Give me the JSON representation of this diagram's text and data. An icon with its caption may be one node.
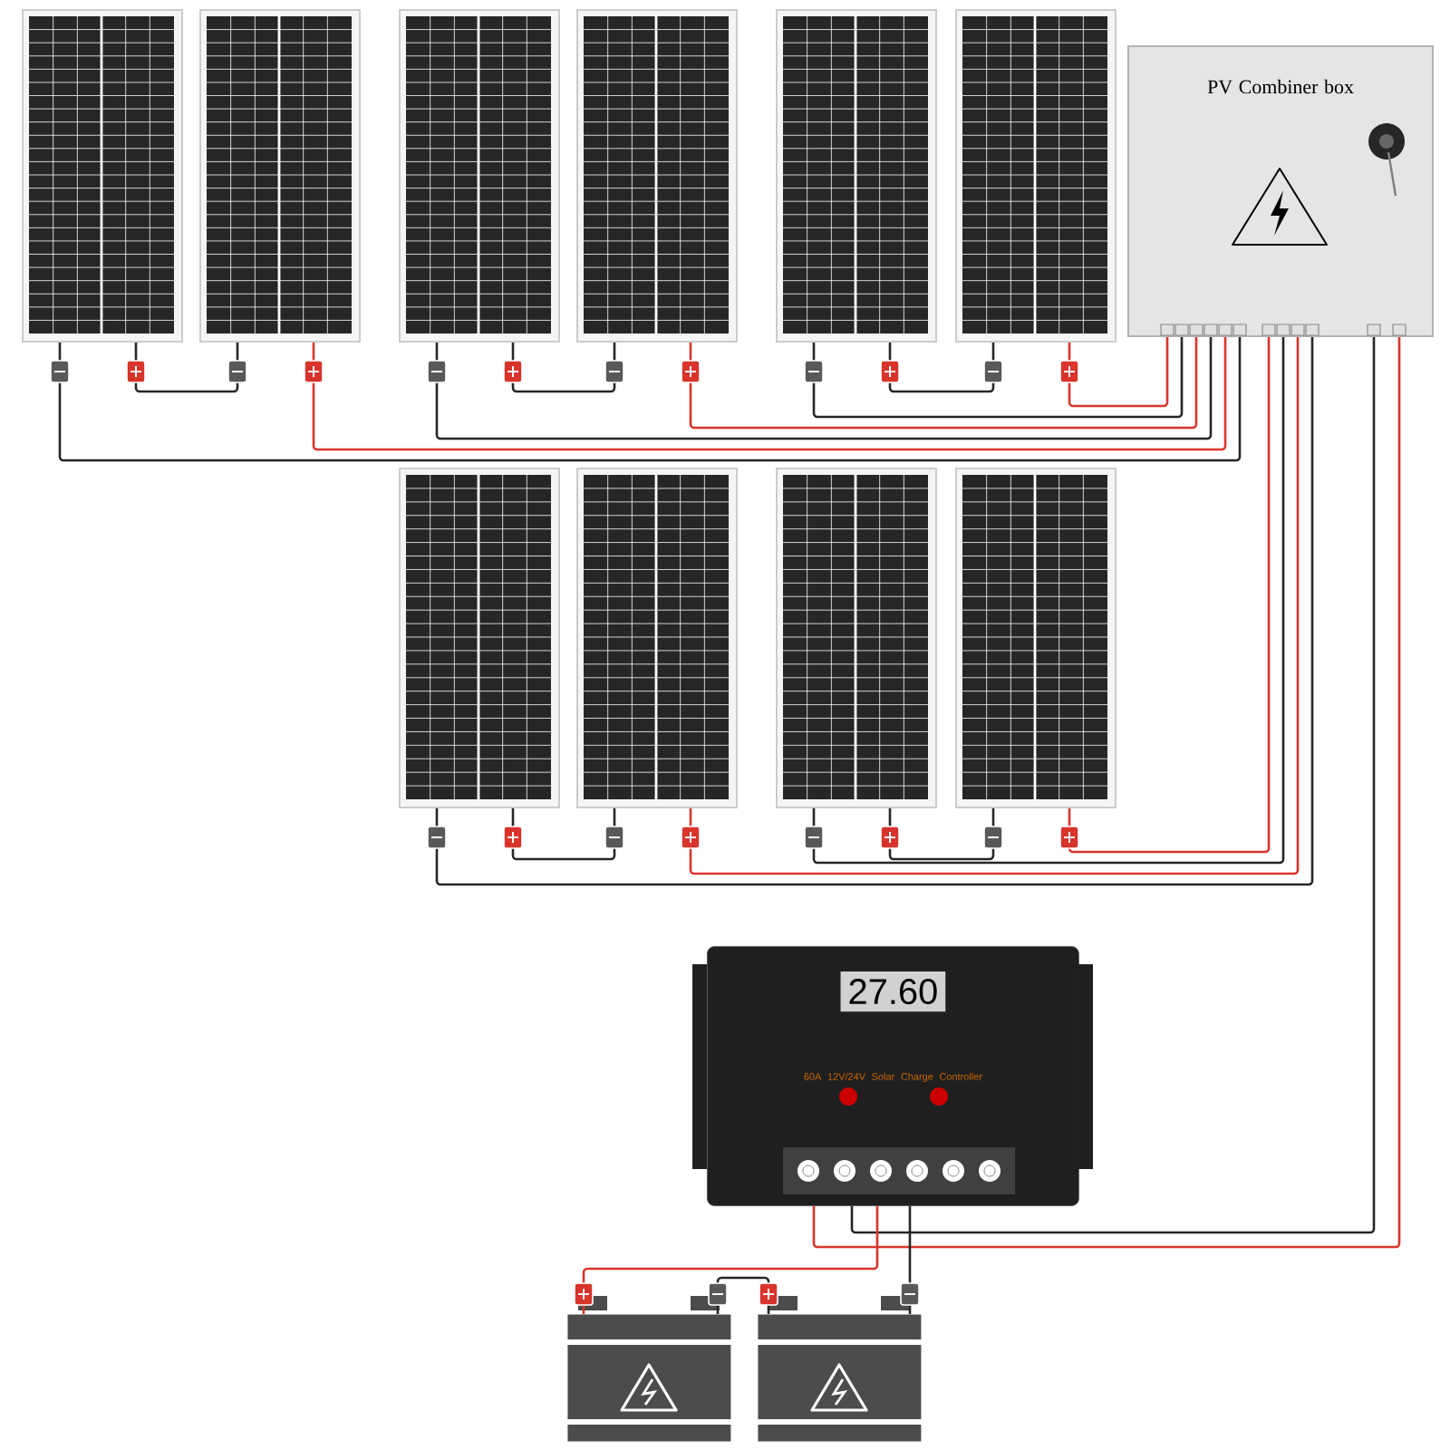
{
  "diagram": {
    "nodes": [
      {
        "text": [],
        "shape": "panel"
      },
      {
        "text": [],
        "shape": "panel"
      },
      {
        "text": [],
        "shape": "panel"
      },
      {
        "text": [],
        "shape": "panel"
      },
      {
        "text": [],
        "shape": "panel"
      },
      {
        "text": [],
        "shape": "panel"
      },
      {
        "text": [],
        "shape": "panel"
      },
      {
        "text": [],
        "shape": "panel"
      },
      {
        "text": [],
        "shape": "panel"
      },
      {
        "text": [],
        "shape": "panel"
      },
      {
        "text": [
          "PV Combiner box"
        ]
      },
      {
        "text": [
          "27.60",
          "60A 12V/24V Solar Charge Controller"
        ]
      },
      {
        "text": [],
        "shape": "battery"
      },
      {
        "text": [],
        "shape": "battery"
      }
    ],
    "edges": [
      {
        "from": 0,
        "to": 1,
        "arrow": "none"
      },
      {
        "from": 0,
        "to": 10,
        "arrow": "none"
      },
      {
        "from": 1,
        "to": 10,
        "arrow": "none",
        "color": "#d9342b"
      },
      {
        "from": 2,
        "to": 3,
        "arrow": "none"
      },
      {
        "from": 2,
        "to": 10,
        "arrow": "none"
      },
      {
        "from": 3,
        "to": 10,
        "arrow": "none",
        "color": "#d9342b"
      },
      {
        "from": 4,
        "to": 5,
        "arrow": "none"
      },
      {
        "from": 4,
        "to": 10,
        "arrow": "none"
      },
      {
        "from": 5,
        "to": 10,
        "arrow": "none",
        "color": "#d9342b"
      },
      {
        "from": 6,
        "to": 7,
        "arrow": "none"
      },
      {
        "from": 6,
        "to": 10,
        "arrow": "none"
      },
      {
        "from": 7,
        "to": 10,
        "arrow": "none",
        "color": "#d9342b"
      },
      {
        "from": 8,
        "to": 9,
        "arrow": "none"
      },
      {
        "from": 8,
        "to": 10,
        "arrow": "none"
      },
      {
        "from": 9,
        "to": 10,
        "arrow": "none",
        "color": "#d9342b"
      },
      {
        "from": 10,
        "to": 11,
        "arrow": "none"
      },
      {
        "from": 10,
        "to": 11,
        "arrow": "none",
        "color": "#d9342b"
      },
      {
        "from": 11,
        "to": 12,
        "arrow": "none",
        "color": "#d9342b"
      },
      {
        "from": 11,
        "to": 13,
        "arrow": "none"
      },
      {
        "from": 12,
        "to": 13,
        "arrow": "none"
      }
    ]
  }
}
